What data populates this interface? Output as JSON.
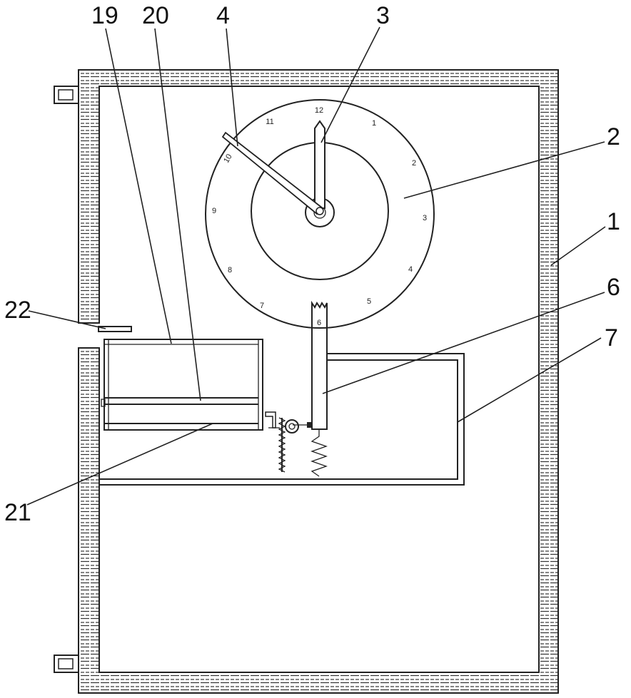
{
  "callouts": [
    "1",
    "2",
    "3",
    "4",
    "6",
    "7",
    "19",
    "20",
    "21",
    "22"
  ],
  "dial": {
    "numbers": [
      "12",
      "1",
      "2",
      "3",
      "4",
      "5",
      "6",
      "7",
      "8",
      "9",
      "10",
      "11"
    ]
  },
  "colors": {
    "line": "#222222",
    "background": "#ffffff"
  }
}
